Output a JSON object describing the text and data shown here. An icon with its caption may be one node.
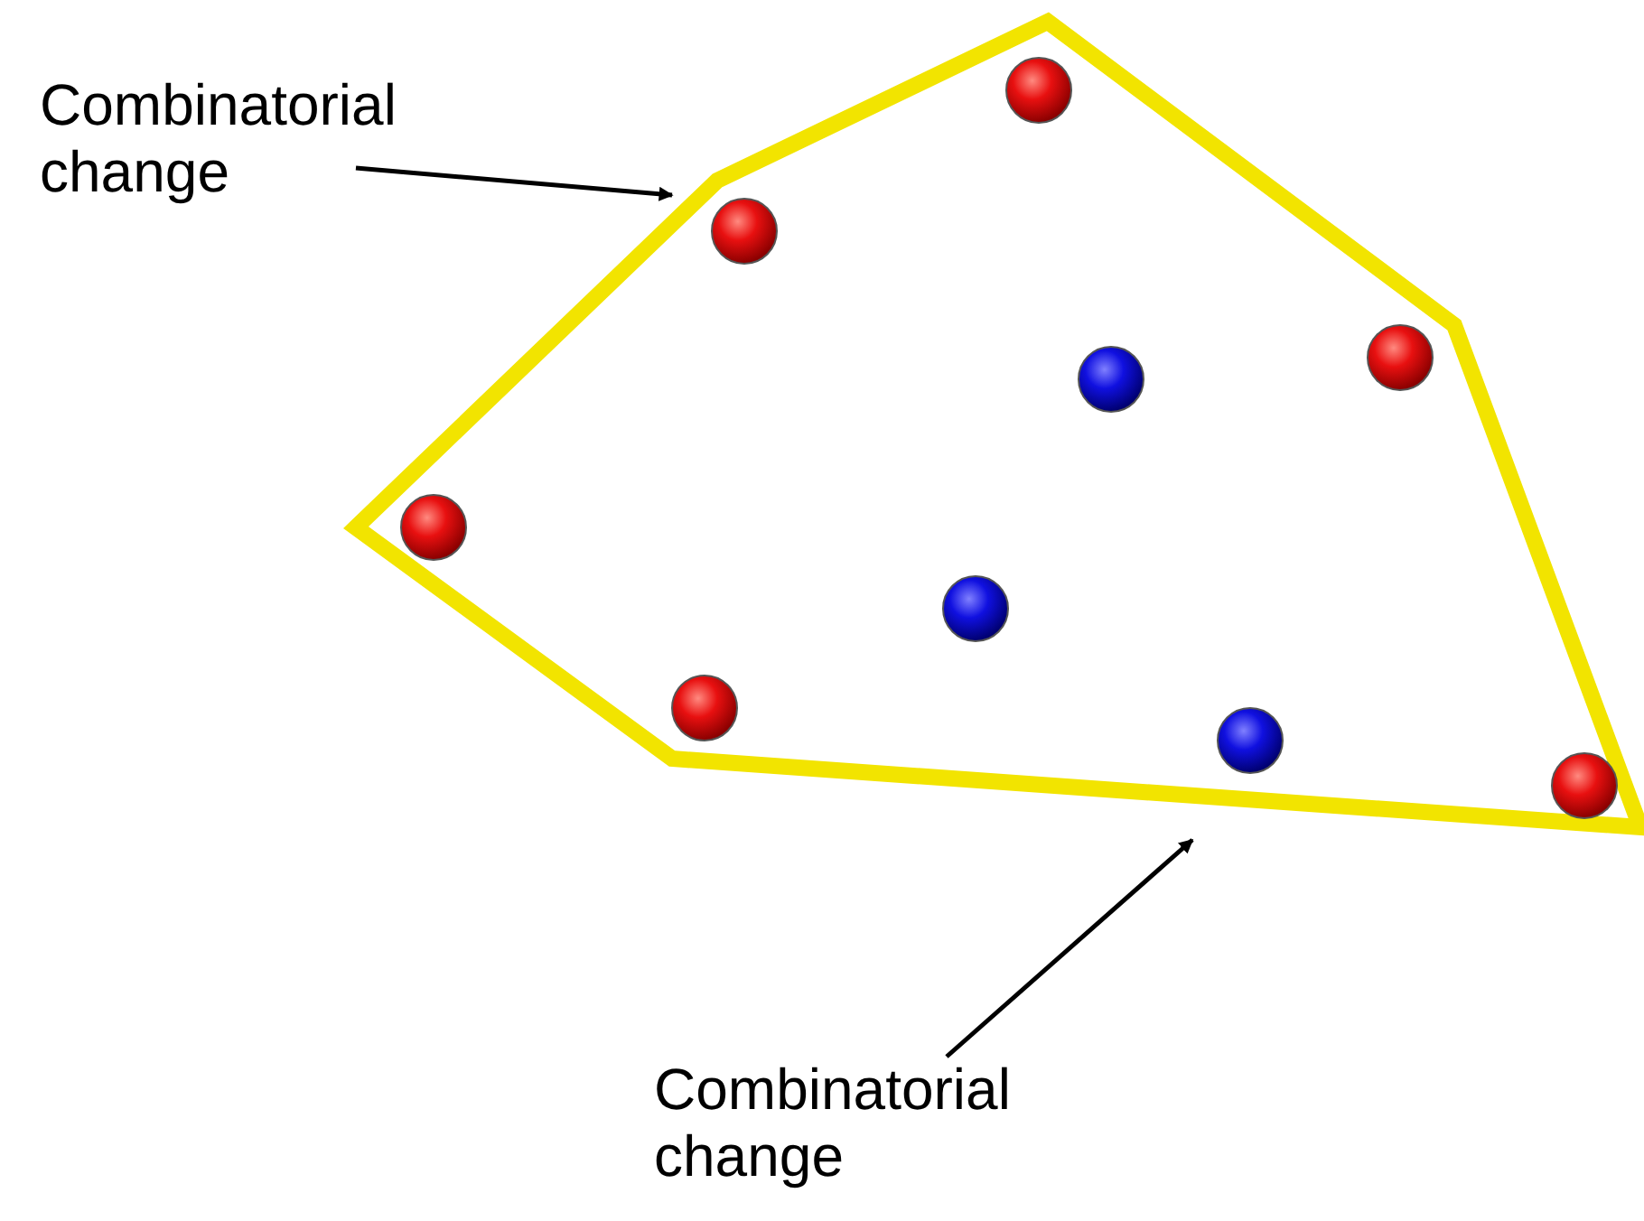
{
  "diagram": {
    "nodes": [
      {
        "text": [
          "Combinatorial change"
        ]
      },
      {
        "text": [
          "Combinatorial change"
        ]
      }
    ],
    "edges": [
      {
        "from": 0,
        "to": null,
        "arrow": "to"
      },
      {
        "from": 1,
        "to": null,
        "arrow": "to"
      }
    ]
  }
}
